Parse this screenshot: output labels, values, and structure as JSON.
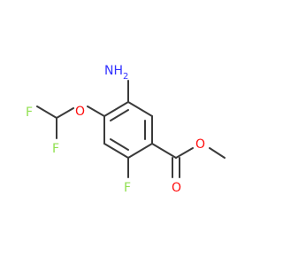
{
  "molecule": {
    "atoms": {
      "amine_n": {
        "label": "NH",
        "subscript": "2",
        "color": "#3232ff"
      },
      "ether_o": {
        "label": "O",
        "color": "#ff0d0d"
      },
      "fluorine_1": {
        "label": "F",
        "color": "#90e050"
      },
      "fluorine_2": {
        "label": "F",
        "color": "#90e050"
      },
      "fluorine_3": {
        "label": "F",
        "color": "#90e050"
      },
      "carbonyl_o": {
        "label": "O",
        "color": "#ff0d0d"
      },
      "ester_o": {
        "label": "O",
        "color": "#ff0d0d"
      }
    },
    "bond_color": "#3a3a3a"
  }
}
